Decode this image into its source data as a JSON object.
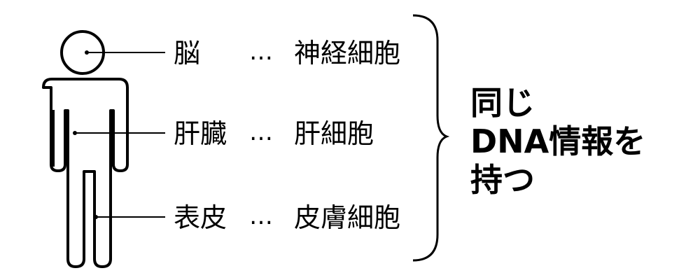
{
  "rows": [
    {
      "organ": "脳",
      "separator": "…",
      "cell": "神経細胞"
    },
    {
      "organ": "肝臓",
      "separator": "…",
      "cell": "肝細胞"
    },
    {
      "organ": "表皮",
      "separator": "…",
      "cell": "皮膚細胞"
    }
  ],
  "conclusion": {
    "line1": "同じ",
    "line2": "DNA情報を",
    "line3": "持つ"
  },
  "colors": {
    "ink": "#000000",
    "background": "#ffffff"
  }
}
